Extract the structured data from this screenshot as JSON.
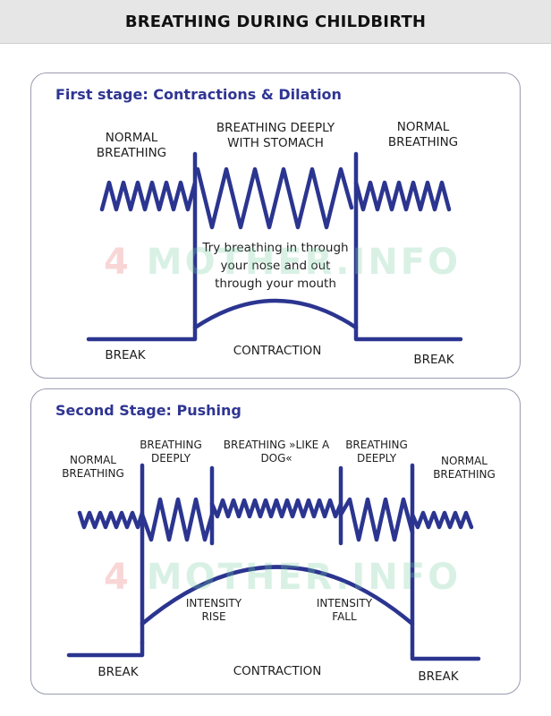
{
  "title": "BREATHING DURING CHILDBIRTH",
  "watermark": {
    "four": "4",
    "rest": "MOTHER.INFO"
  },
  "stage1": {
    "heading": "First stage: Contractions & Dilation",
    "normal_left": [
      "NORMAL",
      "BREATHING"
    ],
    "deep": [
      "BREATHING DEEPLY",
      "WITH STOMACH"
    ],
    "normal_right": [
      "NORMAL",
      "BREATHING"
    ],
    "note": [
      "Try breathing in through",
      "your nose and out",
      "through your mouth"
    ],
    "break_left": "BREAK",
    "contraction": "CONTRACTION",
    "break_right": "BREAK"
  },
  "stage2": {
    "heading": "Second Stage: Pushing",
    "normal_left": [
      "NORMAL",
      "BREATHING"
    ],
    "deep_left": [
      "BREATHING",
      "DEEPLY"
    ],
    "dog": [
      "BREATHING »LIKE A",
      "DOG«"
    ],
    "deep_right": [
      "BREATHING",
      "DEEPLY"
    ],
    "normal_right": [
      "NORMAL",
      "BREATHING"
    ],
    "rise": [
      "INTENSITY",
      "RISE"
    ],
    "fall": [
      "INTENSITY",
      "FALL"
    ],
    "break_left": "BREAK",
    "contraction": "CONTRACTION",
    "break_right": "BREAK"
  },
  "colors": {
    "line": "#2b3590",
    "heading": "#2f3592",
    "panel_border": "#9a9cb0",
    "title_bar": "#e6e6e6"
  }
}
